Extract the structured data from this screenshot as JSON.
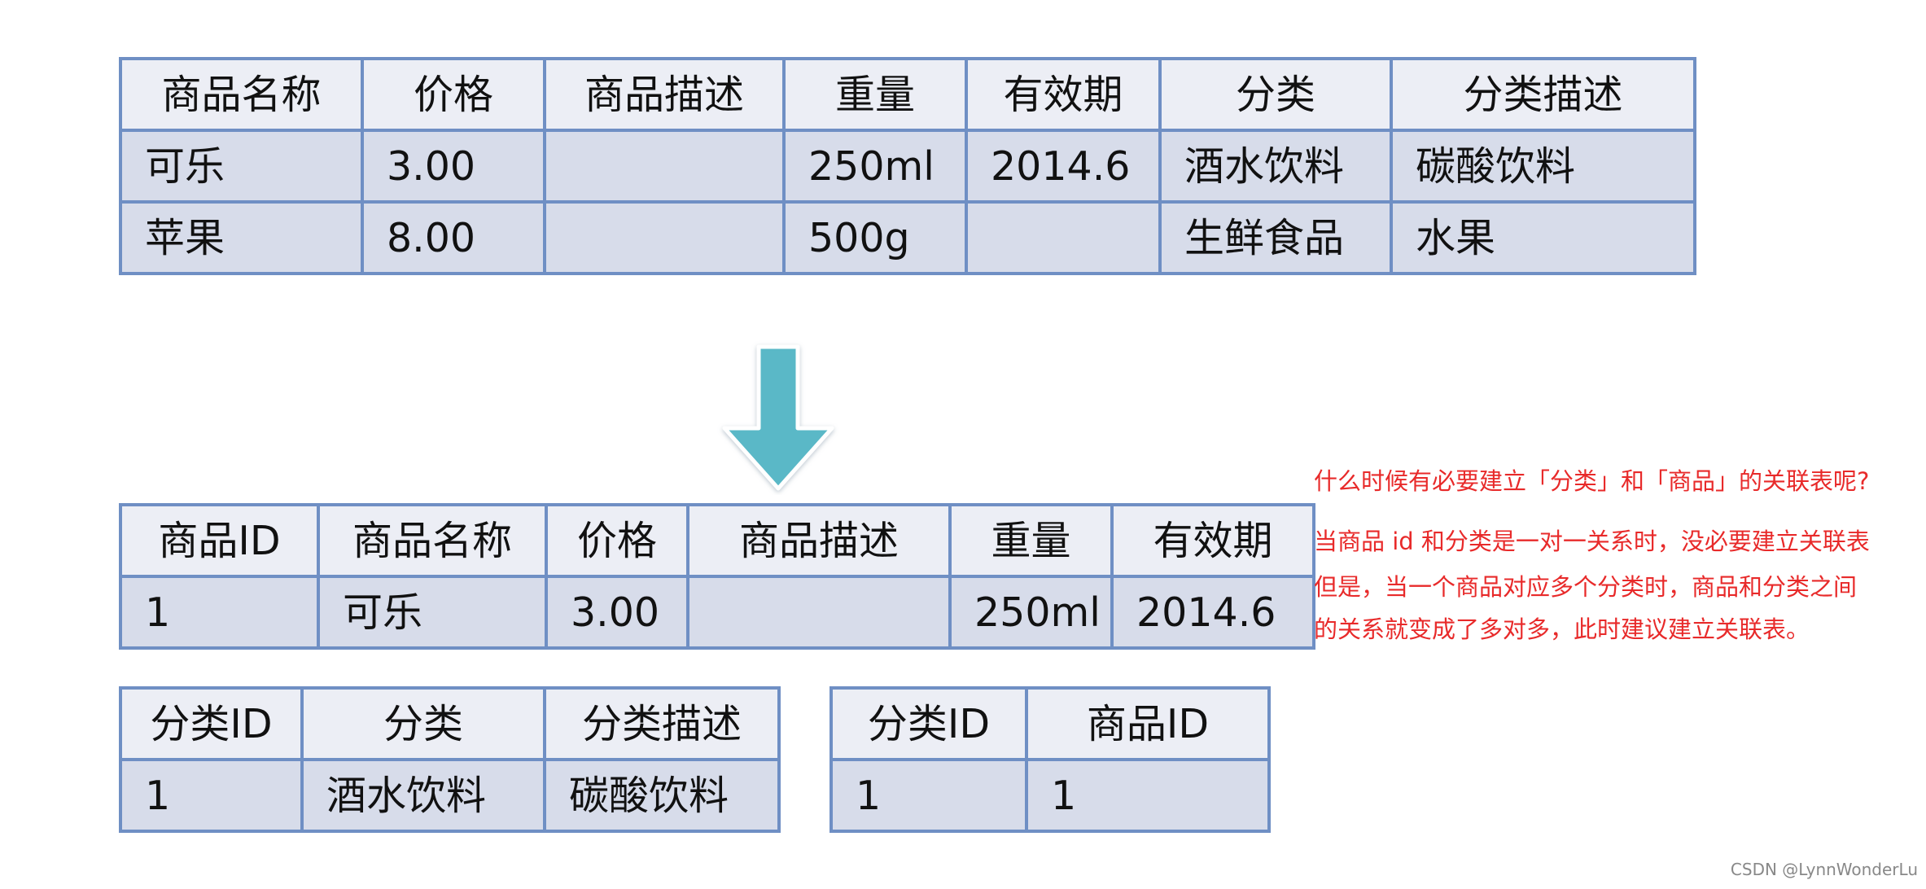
{
  "original_table": {
    "headers": [
      "商品名称",
      "价格",
      "商品描述",
      "重量",
      "有效期",
      "分类",
      "分类描述"
    ],
    "rows": [
      [
        "可乐",
        "3.00",
        "",
        "250ml",
        "2014.6",
        "酒水饮料",
        "碳酸饮料"
      ],
      [
        "苹果",
        "8.00",
        "",
        "500g",
        "",
        "生鲜食品",
        "水果"
      ]
    ]
  },
  "product_table": {
    "headers": [
      "商品ID",
      "商品名称",
      "价格",
      "商品描述",
      "重量",
      "有效期"
    ],
    "rows": [
      [
        "1",
        "可乐",
        "3.00",
        "",
        "250ml",
        "2014.6"
      ]
    ]
  },
  "category_table": {
    "headers": [
      "分类ID",
      "分类",
      "分类描述"
    ],
    "rows": [
      [
        "1",
        "酒水饮料",
        "碳酸饮料"
      ]
    ]
  },
  "relation_table": {
    "headers": [
      "分类ID",
      "商品ID"
    ],
    "rows": [
      [
        "1",
        "1"
      ]
    ]
  },
  "annotation": {
    "lines": [
      "什么时候有必要建立「分类」和「商品」的关联表呢?",
      "当商品 id 和分类是一对一关系时，没必要建立关联表",
      "但是，当一个商品对应多个分类时，商品和分类之间",
      "的关系就变成了多对多，此时建议建立关联表。"
    ]
  },
  "watermark": "CSDN @LynnWonderLu",
  "colors": {
    "table_border": "#6f8fc4",
    "header_fill": "#eceef5",
    "body_fill": "#d7dcea",
    "arrow_fill": "#5ab8c7",
    "annotation_text": "#e82a2a"
  }
}
